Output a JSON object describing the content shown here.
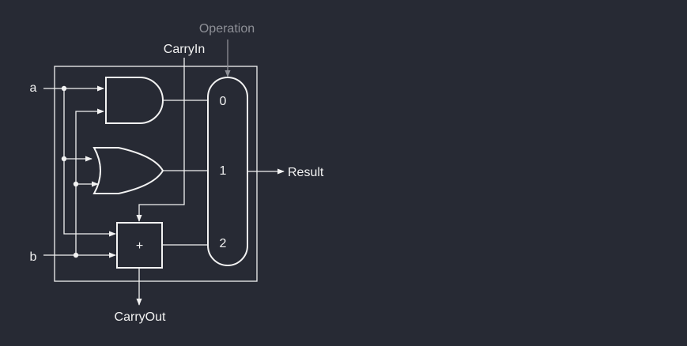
{
  "labels": {
    "operation": "Operation",
    "carry_in": "CarryIn",
    "input_a": "a",
    "input_b": "b",
    "result": "Result",
    "carry_out": "CarryOut",
    "adder_symbol": "+"
  },
  "mux_inputs": [
    "0",
    "1",
    "2"
  ],
  "colors": {
    "background": "#272a34",
    "foreground": "#f2f2f2",
    "dimmed": "#8e9097"
  }
}
